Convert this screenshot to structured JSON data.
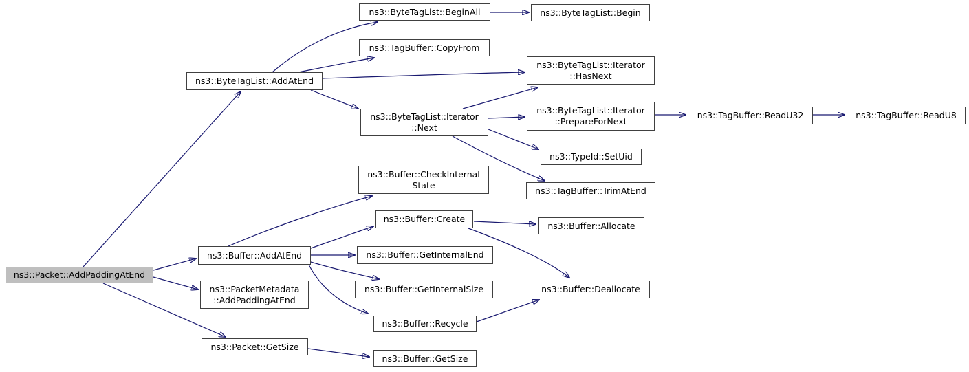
{
  "diagram": {
    "type": "call-graph",
    "tool": "doxygen-style function call graph",
    "edge_color": "#191970",
    "node_fill": "#ffffff",
    "root_fill": "#bfbfbf",
    "border_color": "#404040",
    "root": "ns3::Packet::AddPaddingAtEnd",
    "nodes": {
      "packet_addpadding": {
        "label": "ns3::Packet::AddPaddingAtEnd"
      },
      "bytetaglist_addatend": {
        "label": "ns3::ByteTagList::AddAtEnd"
      },
      "bytetaglist_beginall": {
        "label": "ns3::ByteTagList::BeginAll"
      },
      "tagbuffer_copyfrom": {
        "label": "ns3::TagBuffer::CopyFrom"
      },
      "bytetaglist_begin": {
        "label": "ns3::ByteTagList::Begin"
      },
      "iterator_hasnext": {
        "label": "ns3::ByteTagList::Iterator\n::HasNext"
      },
      "iterator_next": {
        "label": "ns3::ByteTagList::Iterator\n::Next"
      },
      "iterator_preparefornext": {
        "label": "ns3::ByteTagList::Iterator\n::PrepareForNext"
      },
      "typeid_setuid": {
        "label": "ns3::TypeId::SetUid"
      },
      "tagbuffer_trimatend": {
        "label": "ns3::TagBuffer::TrimAtEnd"
      },
      "tagbuffer_readu32": {
        "label": "ns3::TagBuffer::ReadU32"
      },
      "tagbuffer_readu8": {
        "label": "ns3::TagBuffer::ReadU8"
      },
      "buffer_checkinternalstate": {
        "label": "ns3::Buffer::CheckInternal\nState"
      },
      "buffer_create": {
        "label": "ns3::Buffer::Create"
      },
      "buffer_allocate": {
        "label": "ns3::Buffer::Allocate"
      },
      "buffer_addatend": {
        "label": "ns3::Buffer::AddAtEnd"
      },
      "buffer_getinternalend": {
        "label": "ns3::Buffer::GetInternalEnd"
      },
      "buffer_getinternalsize": {
        "label": "ns3::Buffer::GetInternalSize"
      },
      "buffer_deallocate": {
        "label": "ns3::Buffer::Deallocate"
      },
      "packetmetadata_addpadding": {
        "label": "ns3::PacketMetadata\n::AddPaddingAtEnd"
      },
      "packet_getsize": {
        "label": "ns3::Packet::GetSize"
      },
      "buffer_recycle": {
        "label": "ns3::Buffer::Recycle"
      },
      "buffer_getsize": {
        "label": "ns3::Buffer::GetSize"
      }
    },
    "edges": [
      {
        "from": "packet_addpadding",
        "to": "bytetaglist_addatend"
      },
      {
        "from": "packet_addpadding",
        "to": "buffer_addatend"
      },
      {
        "from": "packet_addpadding",
        "to": "packetmetadata_addpadding"
      },
      {
        "from": "packet_addpadding",
        "to": "packet_getsize"
      },
      {
        "from": "bytetaglist_addatend",
        "to": "bytetaglist_beginall"
      },
      {
        "from": "bytetaglist_addatend",
        "to": "tagbuffer_copyfrom"
      },
      {
        "from": "bytetaglist_addatend",
        "to": "iterator_hasnext"
      },
      {
        "from": "bytetaglist_addatend",
        "to": "iterator_next"
      },
      {
        "from": "bytetaglist_beginall",
        "to": "bytetaglist_begin"
      },
      {
        "from": "iterator_next",
        "to": "iterator_hasnext"
      },
      {
        "from": "iterator_next",
        "to": "iterator_preparefornext"
      },
      {
        "from": "iterator_next",
        "to": "typeid_setuid"
      },
      {
        "from": "iterator_next",
        "to": "tagbuffer_trimatend"
      },
      {
        "from": "iterator_preparefornext",
        "to": "tagbuffer_readu32"
      },
      {
        "from": "tagbuffer_readu32",
        "to": "tagbuffer_readu8"
      },
      {
        "from": "buffer_addatend",
        "to": "buffer_checkinternalstate"
      },
      {
        "from": "buffer_addatend",
        "to": "buffer_create"
      },
      {
        "from": "buffer_addatend",
        "to": "buffer_getinternalend"
      },
      {
        "from": "buffer_addatend",
        "to": "buffer_getinternalsize"
      },
      {
        "from": "buffer_addatend",
        "to": "buffer_recycle"
      },
      {
        "from": "buffer_create",
        "to": "buffer_allocate"
      },
      {
        "from": "buffer_create",
        "to": "buffer_deallocate"
      },
      {
        "from": "buffer_recycle",
        "to": "buffer_deallocate"
      },
      {
        "from": "packet_getsize",
        "to": "buffer_getsize"
      }
    ]
  }
}
